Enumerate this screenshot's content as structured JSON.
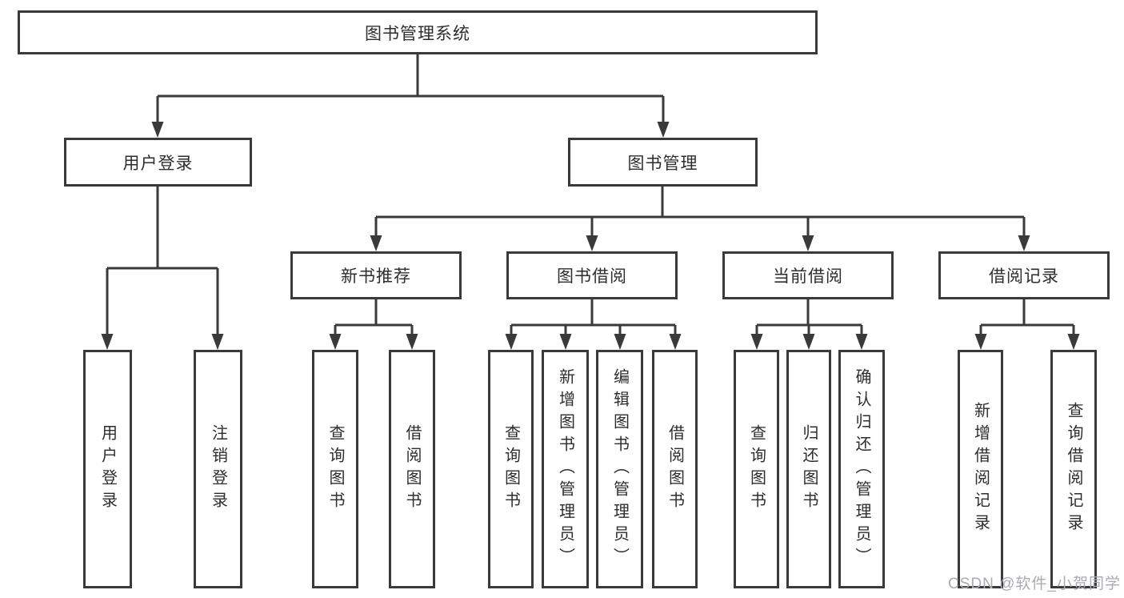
{
  "colors": {
    "line": "#3a3a3a",
    "text": "#2d2d2d",
    "watermark": "#a9aab4",
    "background": "#ffffff"
  },
  "watermark": "CSDN @软件_小贺同学",
  "tree": {
    "root": "图书管理系统",
    "branches": [
      {
        "label": "用户登录",
        "children": [
          "用户登录",
          "注销登录"
        ]
      },
      {
        "label": "图书管理",
        "sections": [
          {
            "label": "新书推荐",
            "children": [
              "查询图书",
              "借阅图书"
            ]
          },
          {
            "label": "图书借阅",
            "children": [
              "查询图书",
              "新增图书（管理员）",
              "编辑图书（管理员）",
              "借阅图书"
            ]
          },
          {
            "label": "当前借阅",
            "children": [
              "查询图书",
              "归还图书",
              "确认归还（管理员）"
            ]
          },
          {
            "label": "借阅记录",
            "children": [
              "新增借阅记录",
              "查询借阅记录"
            ]
          }
        ]
      }
    ]
  }
}
